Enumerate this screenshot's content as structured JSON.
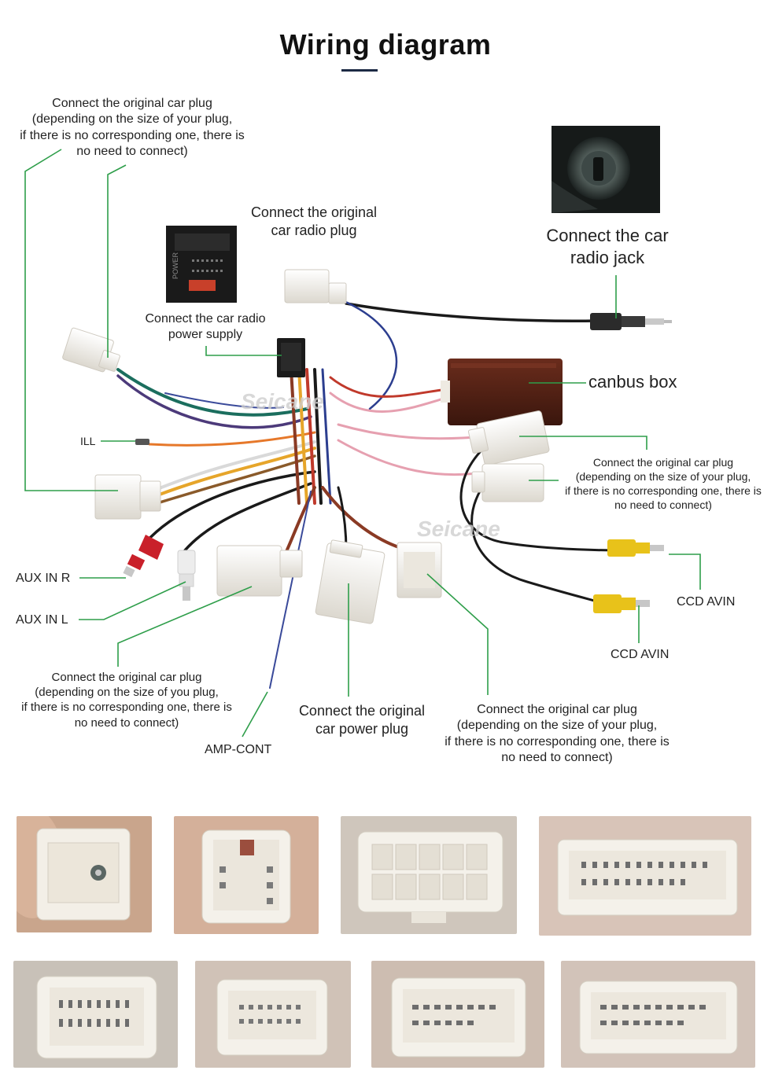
{
  "title": "Wiring diagram",
  "watermarks": [
    "Seicane",
    "Seicane"
  ],
  "labels": {
    "orig_plug_top": [
      "Connect the original car plug",
      "(depending on the size of your plug,",
      "if there is no corresponding one, there is",
      "no need to connect)"
    ],
    "radio_plug": [
      "Connect the original",
      "car radio plug"
    ],
    "radio_jack": [
      "Connect the car",
      "radio jack"
    ],
    "power_supply": [
      "Connect the car radio",
      "power supply"
    ],
    "canbus": "canbus box",
    "ill": "ILL",
    "orig_plug_right": [
      "Connect the original car plug",
      "(depending on the size of your plug,",
      "if there is no corresponding one, there is",
      "no need to connect)"
    ],
    "aux_r": "AUX IN R",
    "aux_l": "AUX IN L",
    "ccd_avin_1": "CCD AVIN",
    "ccd_avin_2": "CCD AVIN",
    "orig_plug_left": [
      "Connect the original car plug",
      "(depending on the size of you plug,",
      "if there is no corresponding one, there is",
      "no need to connect)"
    ],
    "power_plug": [
      "Connect the original",
      "car power plug"
    ],
    "orig_plug_bottom": [
      "Connect the original car plug",
      "(depending on the size of your plug,",
      "if there is no corresponding one, there is",
      "no need to connect)"
    ],
    "amp_cont": "AMP-CONT"
  },
  "icons": [
    "power-connector-photo",
    "antenna-jack-photo",
    "canbus-box",
    "rca-red",
    "rca-white",
    "rca-yellow"
  ],
  "colors": {
    "leader": "#2e9e4a",
    "canbus": "#4a1f14",
    "connector": "#f3f1ec",
    "rca_red": "#c9202a",
    "rca_yellow": "#e8c21a"
  }
}
